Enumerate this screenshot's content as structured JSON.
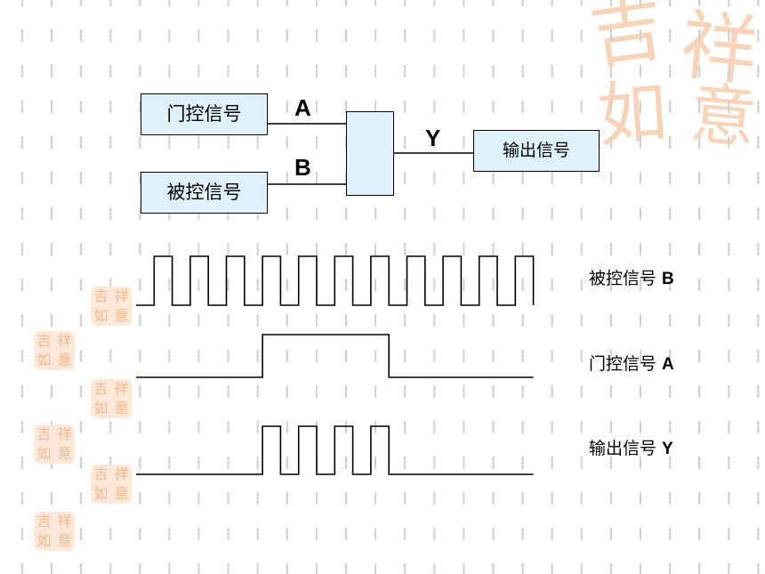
{
  "diagram": {
    "inputs": [
      {
        "label": "门控信号",
        "signal": "A"
      },
      {
        "label": "被控信号",
        "signal": "B"
      }
    ],
    "output": {
      "label": "输出信号",
      "signal": "Y"
    }
  },
  "waveforms": [
    {
      "name": "被控信号",
      "signal": "B",
      "levels": [
        0,
        1,
        0,
        1,
        0,
        1,
        0,
        1,
        0,
        1,
        0,
        1,
        0,
        1,
        0,
        1,
        0,
        1,
        0,
        1,
        0,
        1
      ]
    },
    {
      "name": "门控信号",
      "signal": "A",
      "levels": [
        0,
        0,
        0,
        0,
        0,
        0,
        0,
        1,
        1,
        1,
        1,
        1,
        1,
        1,
        0,
        0,
        0,
        0,
        0,
        0,
        0,
        0
      ]
    },
    {
      "name": "输出信号",
      "signal": "Y",
      "levels": [
        0,
        0,
        0,
        0,
        0,
        0,
        0,
        1,
        0,
        1,
        0,
        1,
        0,
        1,
        0,
        0,
        0,
        0,
        0,
        0,
        0,
        0
      ]
    }
  ],
  "seal": {
    "chars": [
      "吉",
      "祥",
      "如",
      "意"
    ]
  },
  "colors": {
    "box_fill": "#dff1fa",
    "stroke": "#000000",
    "seal": "#f2b98f",
    "seal_soft": "#f8d3b8",
    "seal_bg": "#fde8d9",
    "grid": "#cfcfcf"
  }
}
